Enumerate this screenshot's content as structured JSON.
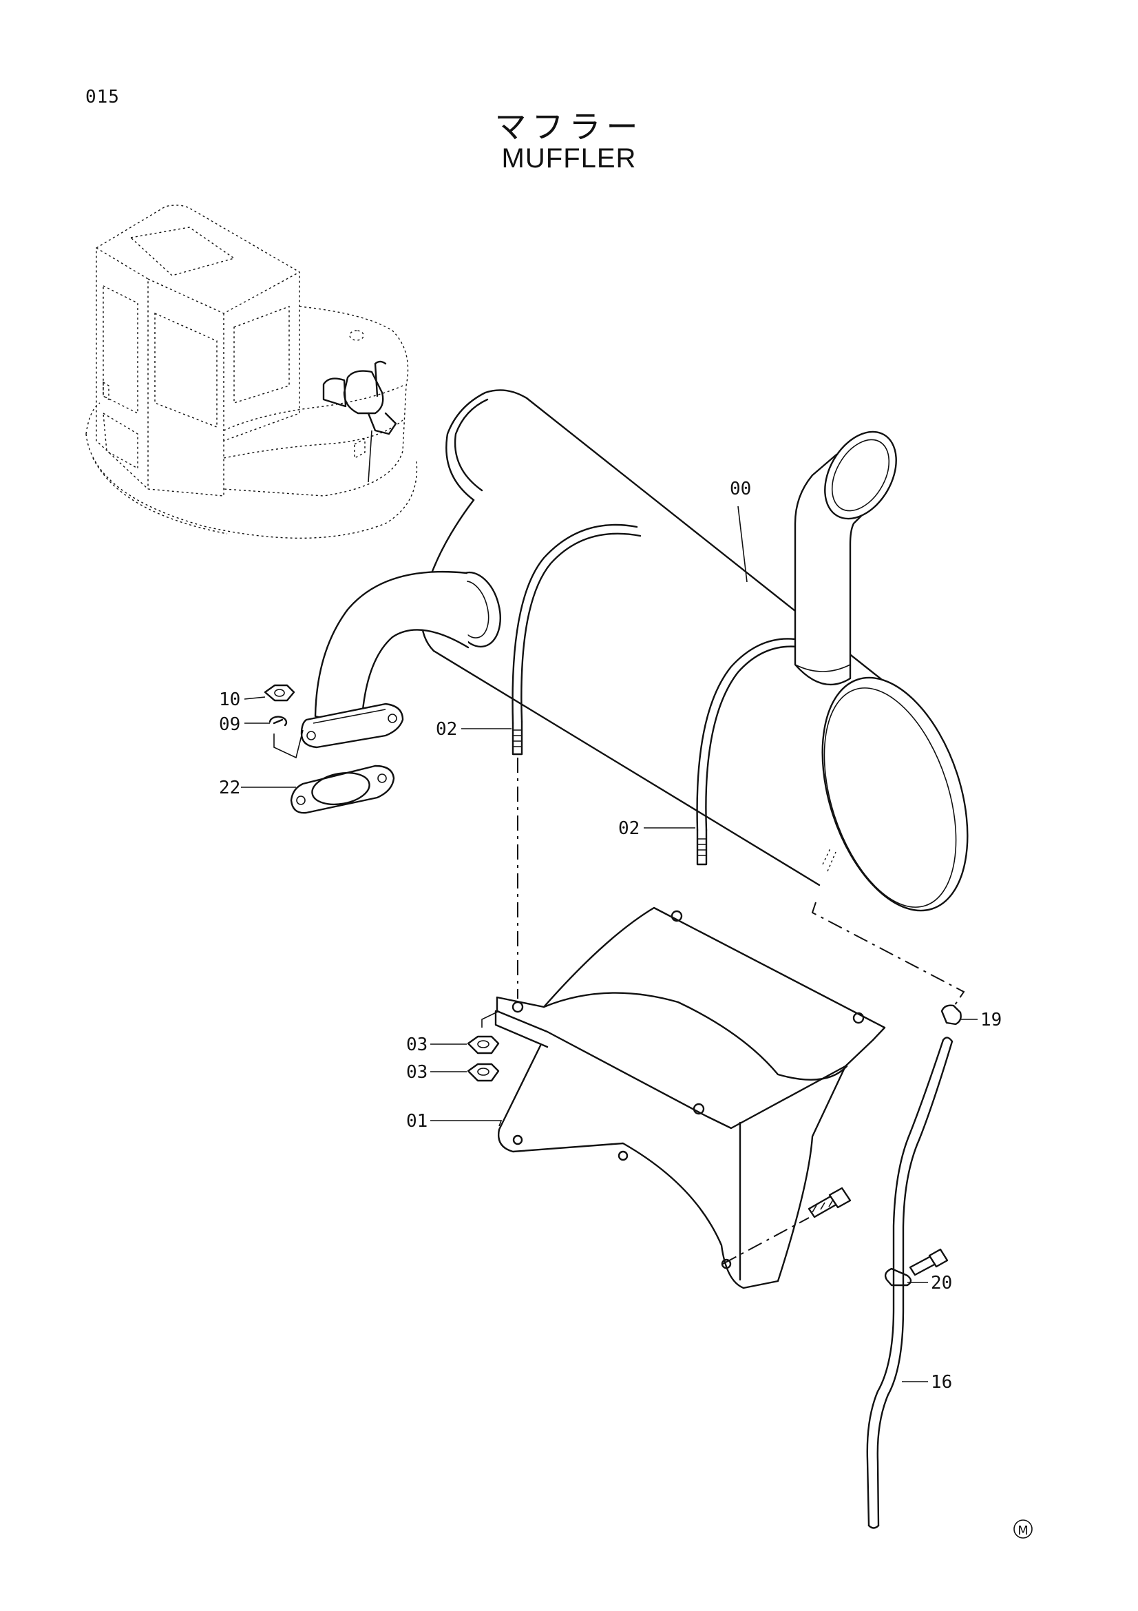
{
  "header": {
    "page_number": "015",
    "title_jp": "マフラー",
    "title_en": "MUFFLER"
  },
  "callouts": {
    "c00": "00",
    "c10": "10",
    "c09": "09",
    "c22": "22",
    "c02a": "02",
    "c02b": "02",
    "c03a": "03",
    "c03b": "03",
    "c01": "01",
    "c19": "19",
    "c20": "20",
    "c16": "16"
  },
  "footer": {
    "mark": "M"
  }
}
